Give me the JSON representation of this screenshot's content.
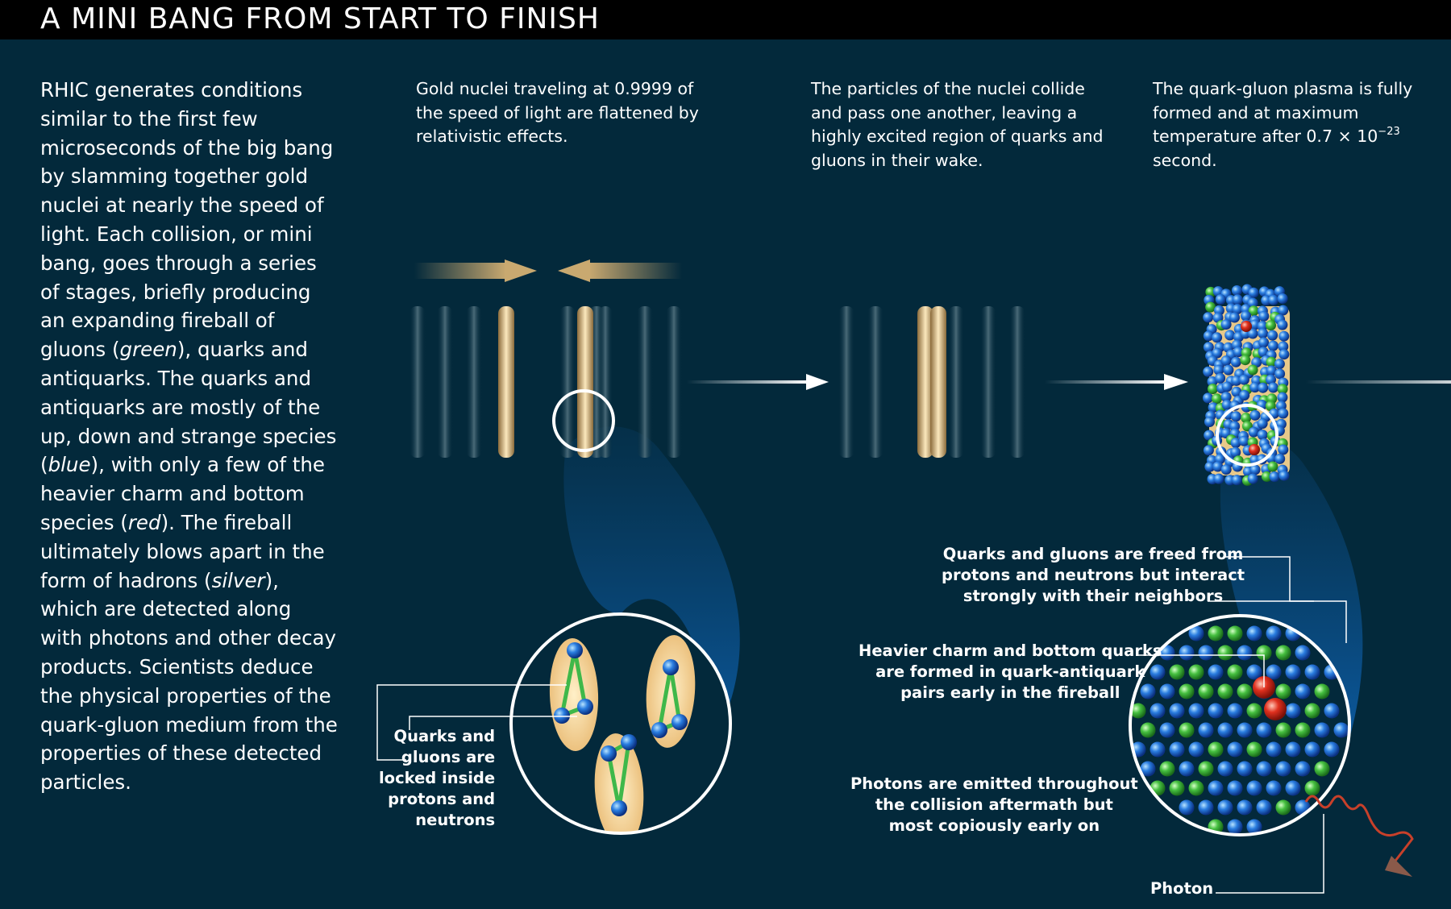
{
  "title": "A MINI BANG FROM START TO FINISH",
  "intro": {
    "part1": "RHIC generates conditions similar to the first few microseconds of the big bang by slamming together gold nuclei at nearly the speed of light. Each collision, or mini bang, goes through a series of stages, briefly producing an expanding fireball of gluons (",
    "green": "green",
    "part2": "), quarks and antiquarks. The quarks and antiquarks are mostly of the up, down and strange species (",
    "blue": "blue",
    "part3": "), with only a few of the heavier charm and bottom species (",
    "red": "red",
    "part4": "). The fireball ultimately blows apart in the form of hadrons (",
    "silver": "silver",
    "part5": "), which are detected along with photons and other decay products. Scientists deduce the physical properties of the quark-gluon medium from the properties of these detected particles."
  },
  "stages": {
    "stage1": "Gold nuclei traveling at 0.9999 of the speed of light are flattened by relativistic effects.",
    "stage2": "The particles of the nuclei collide and pass one another, leaving a highly excited region of quarks and gluons in their wake.",
    "stage3_before": "The quark-gluon plasma is fully formed and at maximum temperature after 0.7 × 10",
    "stage3_exp": "−23",
    "stage3_after": " second."
  },
  "callouts": {
    "locked": [
      "Quarks and",
      "gluons are",
      "locked inside",
      "protons and",
      "neutrons"
    ],
    "freed": [
      "Quarks and gluons are freed from",
      "protons and neutrons but interact",
      "strongly with their neighbors"
    ],
    "heavy": [
      "Heavier charm and bottom quarks",
      "are formed in quark-antiquark",
      "pairs early in the fireball"
    ],
    "photons": [
      "Photons are emitted throughout",
      "the collision aftermath but",
      "most copiously early on"
    ],
    "photon": "Photon"
  },
  "colors": {
    "background": "#03293b",
    "gluon": "#3fb84a",
    "quark": "#1f5fc8",
    "heavy_quark": "#e0301e",
    "gold": "#e8c98a"
  }
}
